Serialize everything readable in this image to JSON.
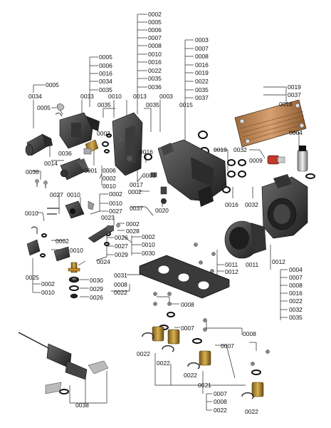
{
  "diagram": {
    "lists": {
      "top_center": [
        "0002",
        "0005",
        "0006",
        "0007",
        "0008",
        "0010",
        "0016",
        "0022",
        "0035",
        "0036"
      ],
      "top_right": [
        "0003",
        "0007",
        "0008",
        "0016",
        "0019",
        "0022",
        "0035",
        "0037"
      ],
      "left_upper": [
        "0005",
        "0006",
        "0016",
        "0034",
        "0035"
      ],
      "hex_0018": [
        "0019",
        "0037"
      ],
      "right_0012": [
        "0004",
        "0007",
        "0008",
        "0016",
        "0022",
        "0032",
        "0035"
      ],
      "left_0025": [
        "0002",
        "0010"
      ],
      "bottom_0021": [
        "0007",
        "0008",
        "0022"
      ],
      "mid_0002": [
        "0002",
        "0010",
        "0027"
      ],
      "mid_0026": [
        "0026",
        "0027",
        "0029"
      ],
      "mid_0030": [
        "0002",
        "0010",
        "0030"
      ]
    },
    "labels": {
      "l0005a": "0005",
      "l0034": "0034",
      "l0005b": "0005",
      "l0033": "0033",
      "l0013": "0013",
      "l0003a": "0003",
      "l0015": "0015",
      "l0035a": "0035",
      "l0010a": "0010",
      "l0035b": "0035",
      "l0002a": "0002",
      "l0018": "0018",
      "l0004": "0004",
      "l0016a": "0016",
      "l0019": "0019",
      "l0032a": "0032",
      "l0009": "0009",
      "l0014": "0014",
      "l0036a": "0036",
      "l0001": "0001",
      "l0006": "0006",
      "l0002b": "0002",
      "l0010b": "0010",
      "l0003b": "0003",
      "l0017": "0017",
      "l0036b": "0036",
      "l0002c": "0002",
      "l0037": "0037",
      "l0020": "0020",
      "l0016b": "0016",
      "l0032b": "0032",
      "l0027": "0027",
      "l0010c": "0010",
      "l0023": "0023",
      "l0010d": "0010",
      "l0002d": "0002",
      "l0028": "0028",
      "l0002e": "0002",
      "l0010e": "0010",
      "l0024": "0024",
      "l0025": "0025",
      "l0031": "0031",
      "l0008a": "0008",
      "l0022a": "0022",
      "l0011a": "0011",
      "l0012a": "0012",
      "l0011b": "0011",
      "l0012b": "0012",
      "l0030": "0030",
      "l0029": "0029",
      "l0026": "0026",
      "l0008b": "0008",
      "l0007a": "0007",
      "l0008c": "0008",
      "l0007b": "0007",
      "l0022b": "0022",
      "l0022c": "0022",
      "l0022d": "0022",
      "l0021": "0021",
      "l0022e": "0022",
      "l0038": "0038"
    }
  }
}
